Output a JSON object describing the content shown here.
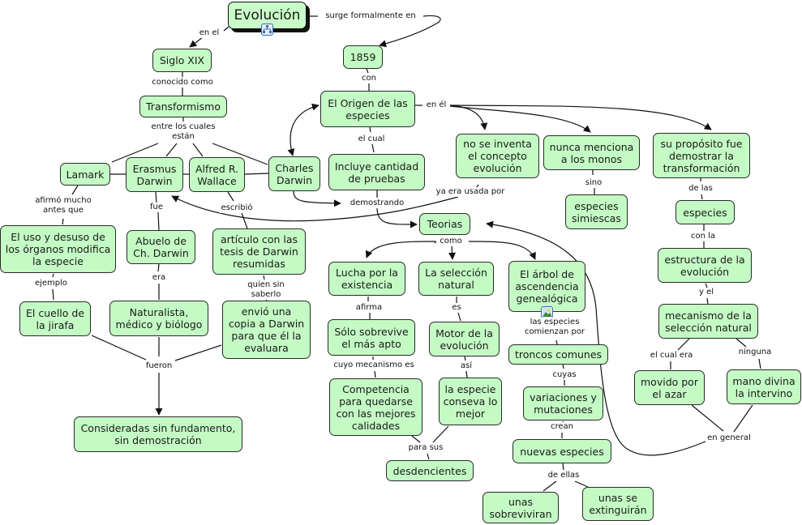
{
  "title": "Evolución",
  "colors": {
    "node_fill": "#c4fbc4",
    "node_border": "#2a2a2a",
    "line": "#111111",
    "background": "#ffffff"
  },
  "nodes": {
    "evolucion": "Evolución",
    "siglo_xix": "Siglo XIX",
    "n1859": "1859",
    "origen": "El Origen de las especies",
    "transformismo": "Transformismo",
    "lamark": "Lamark",
    "erasmus": "Erasmus Darwin",
    "wallace": "Alfred R. Wallace",
    "charles": "Charles Darwin",
    "incluye": "Incluye cantidad de pruebas",
    "no_inventa": "no se inventa el concepto evolución",
    "nunca_monos": "nunca menciona a los monos",
    "simiescas": "especies simiescas",
    "proposito": "su propósito fue demostrar la transformación",
    "especies": "especies",
    "estructura": "estructura de la evolución",
    "mecanismo": "mecanismo de la selección natural",
    "azar": "movido por el azar",
    "mano_divina": "mano divina la intervino",
    "uso_desuso": "El uso y desuso de los órganos modifica la especie",
    "abuelo": "Abuelo de Ch. Darwin",
    "articulo": "artículo con las tesis de Darwin resumidas",
    "jirafa": "El cuello de la jirafa",
    "naturalista": "Naturalista, médico y biólogo",
    "envio": "envió una copia a Darwin para que él la evaluara",
    "consideradas": "Consideradas sin fundamento, sin demostración",
    "teorias": "Teorias",
    "lucha": "Lucha por la existencia",
    "seleccion": "La selección natural",
    "arbol": "El árbol de ascendencia genealógica",
    "sobrevive": "Sólo sobrevive el más apto",
    "motor": "Motor de la evolución",
    "troncos": "troncos comunes",
    "competencia": "Competencia para quedarse con las mejores calidades",
    "conserva": "la especie conseva lo mejor",
    "variaciones": "variaciones y mutaciones",
    "desdencientes": "desdencientes",
    "nuevas": "nuevas especies",
    "sobreviviran": "unas sobreviviran",
    "extinguiran": "unas se extinguirán"
  },
  "links": {
    "en_el": "en el",
    "surge": "surge formalmente en",
    "conocido": "conocido como",
    "con": "con",
    "entre": "entre los cuales\nestán",
    "en_el2": "en él",
    "el_cual": "el cual",
    "demostrando": "demostrando",
    "ya_era": "ya era usada por",
    "sino": "sino",
    "de_las": "de las",
    "con_la": "con la",
    "y_el": "y el",
    "el_cual_era": "el cual era",
    "ninguna": "ninguna",
    "en_general": "en general",
    "afirmo": "afirmó mucho\nantes que",
    "fue": "fue",
    "escribio": "escribió",
    "ejemplo": "ejemplo",
    "era": "era",
    "quien": "quien sin\nsaberlo",
    "fueron": "fueron",
    "como": "como",
    "afirma": "afirma",
    "es": "es",
    "comienzan": "las especies\ncomienzan por",
    "cuyo": "cuyo mecanismo es",
    "asi": "así",
    "cuyas": "cuyas",
    "para_sus": "para sus",
    "crean": "crean",
    "de_ellas": "de ellas"
  },
  "icons": {
    "root_submap": "concept-map-icon",
    "arbol_image": "image-icon"
  }
}
